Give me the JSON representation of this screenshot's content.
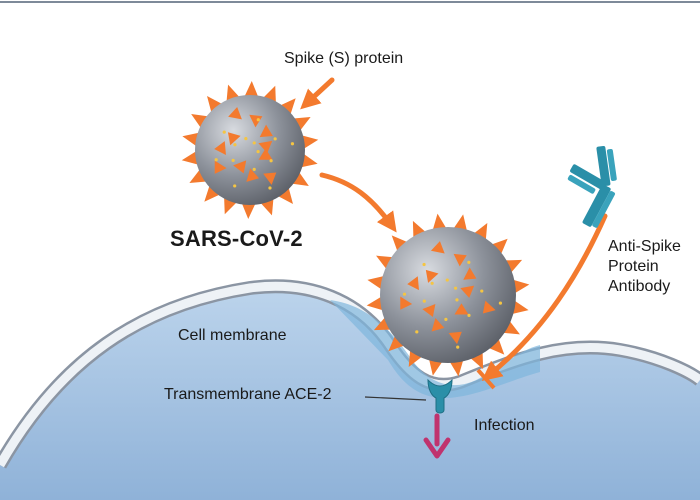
{
  "labels": {
    "spike_protein": "Spike (S) protein",
    "virus": "SARS-CoV-2",
    "cell_membrane": "Cell membrane",
    "receptor": "Transmembrane ACE-2",
    "infection": "Infection",
    "antibody_line1": "Anti-Spike",
    "antibody_line2": "Protein",
    "antibody_line3": "Antibody"
  },
  "colors": {
    "spike_orange": "#f37a2e",
    "antibody_teal": "#2a8fa8",
    "infection_arrow": "#c0336e",
    "cell_fill": "#a9c7e6",
    "virus_gray": "#6a6f78",
    "frame": "#7e8a99"
  },
  "icons": {
    "virus": "coronavirus-particle-icon",
    "antibody": "y-shaped-antibody-icon",
    "receptor": "ace2-receptor-icon"
  }
}
